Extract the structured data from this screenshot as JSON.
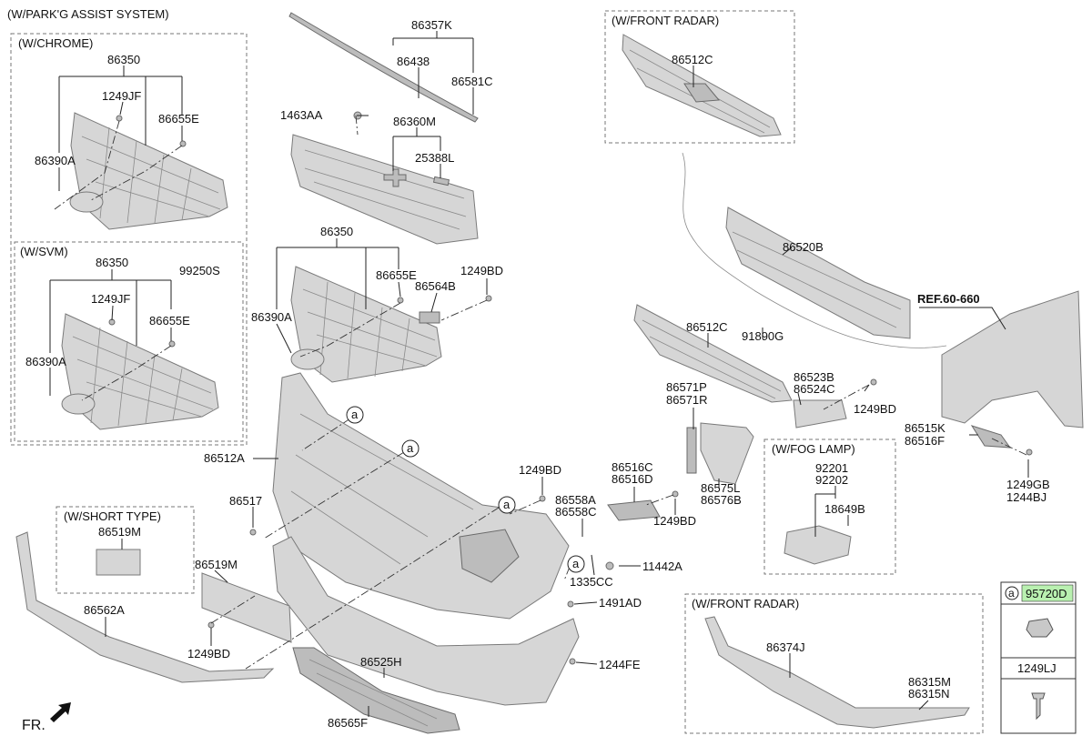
{
  "titles": {
    "main": "(W/PARK'G ASSIST SYSTEM)",
    "chrome": "(W/CHROME)",
    "svm": "(W/SVM)",
    "front_radar_top": "(W/FRONT RADAR)",
    "fog_lamp": "(W/FOG LAMP)",
    "short_type": "(W/SHORT TYPE)",
    "front_radar_bottom": "(W/FRONT RADAR)"
  },
  "parts": {
    "p86357K": "86357K",
    "p86438": "86438",
    "p86581C": "86581C",
    "p1463AA": "1463AA",
    "p86360M": "86360M",
    "p25388L": "25388L",
    "c_86350": "86350",
    "c_1249JF": "1249JF",
    "c_86655E": "86655E",
    "c_86390A": "86390A",
    "s_86350": "86350",
    "s_99250S": "99250S",
    "s_1249JF": "1249JF",
    "s_86655E": "86655E",
    "s_86390A": "86390A",
    "m_86350": "86350",
    "m_86655E": "86655E",
    "m_86564B": "86564B",
    "m_1249BD": "1249BD",
    "m_86390A": "86390A",
    "r_86512C": "86512C",
    "p86520B": "86520B",
    "p91890G": "91890G",
    "p86512C": "86512C",
    "p86523B": "86523B",
    "p86524C": "86524C",
    "p1249BD_r": "1249BD",
    "p86571P": "86571P",
    "p86571R": "86571R",
    "p86515K": "86515K",
    "p86516F": "86516F",
    "p1249GB": "1249GB",
    "p1244BJ": "1244BJ",
    "p86512A": "86512A",
    "p1249BD_c": "1249BD",
    "p86516C": "86516C",
    "p86516D": "86516D",
    "p86575L": "86575L",
    "p86576B": "86576B",
    "p1249BD_c2": "1249BD",
    "p86558A": "86558A",
    "p86558C": "86558C",
    "p86517": "86517",
    "f_92201": "92201",
    "f_92202": "92202",
    "f_18649B": "18649B",
    "p11442A": "11442A",
    "p1335CC": "1335CC",
    "p1491AD": "1491AD",
    "p1244FE": "1244FE",
    "st_86519M": "86519M",
    "p86519M": "86519M",
    "p86562A": "86562A",
    "p1249BD_l": "1249BD",
    "p86525H": "86525H",
    "p86565F": "86565F",
    "fr_86374J": "86374J",
    "fr_86315M": "86315M",
    "fr_86315N": "86315N"
  },
  "ref": "REF.60-660",
  "fr": "FR.",
  "markers": {
    "a": "a"
  },
  "legend": {
    "marker": "a",
    "part1": "95720D",
    "part2": "1249LJ",
    "highlight": "#b9f0b0"
  }
}
